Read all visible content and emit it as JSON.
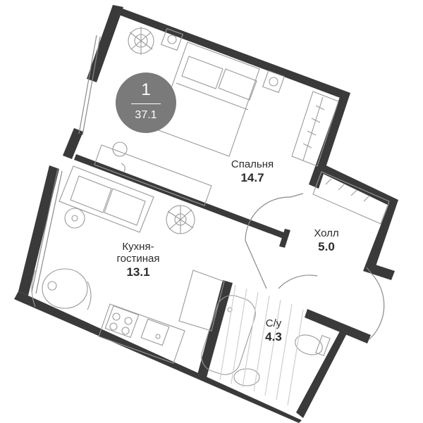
{
  "unit": {
    "rooms_count": "1",
    "total_area": "37.1"
  },
  "rooms": [
    {
      "id": "bedroom",
      "name": "Спальня",
      "area": "14.7"
    },
    {
      "id": "living",
      "name_line1": "Кухня-",
      "name_line2": "гостиная",
      "area": "13.1"
    },
    {
      "id": "hall",
      "name": "Холл",
      "area": "5.0"
    },
    {
      "id": "bathroom",
      "name": "С/у",
      "area": "4.3"
    }
  ],
  "colors": {
    "wall": "#3a3a3a",
    "badge": "#7a7a7a",
    "text": "#2b2b2b",
    "line": "#8a8a8a"
  },
  "icons": [
    "plant-icon",
    "bed-icon",
    "sofa-icon",
    "dining-table-icon",
    "stove-icon",
    "sink-icon",
    "bathtub-icon",
    "toilet-icon",
    "hanger-icon",
    "lamp-icon"
  ]
}
